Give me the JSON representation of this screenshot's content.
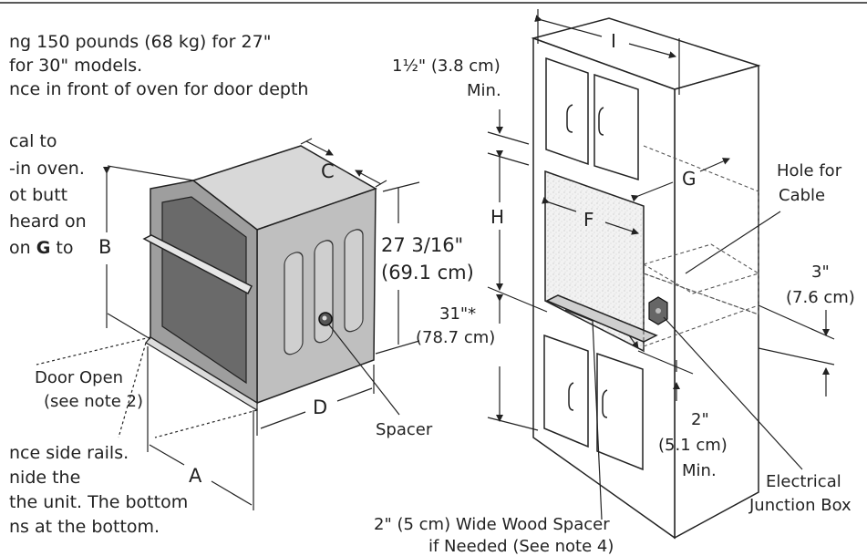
{
  "text_fragments": {
    "line1": "ng 150 pounds (68 kg) for 27\"",
    "line2": "for 30\" models.",
    "line3": "nce in front of oven for door depth",
    "line4": "cal to",
    "line5": "-in oven.",
    "line6": "ot butt",
    "line7": "heard on",
    "line8_prefix": "on",
    "line8_bold": "G",
    "line8_suffix": "to",
    "line9": "nce side rails.",
    "line10": "nide the",
    "line11": "the unit. The bottom",
    "line12": "ns at the bottom."
  },
  "oven_labels": {
    "A": "A",
    "B": "B",
    "C": "C",
    "D": "D",
    "height_in": "27 3/16\"",
    "height_cm": "(69.1 cm)",
    "door_open_1": "Door Open",
    "door_open_2": "(see note 2)",
    "spacer": "Spacer"
  },
  "cabinet_labels": {
    "I": "I",
    "G": "G",
    "F": "F",
    "H": "H",
    "top_min_in": "1½\" (3.8 cm)",
    "top_min_word": "Min.",
    "bottom_in": "31\"*",
    "bottom_cm": "(78.7 cm)",
    "hole_1": "Hole for",
    "hole_2": "Cable",
    "three_in": "3\"",
    "three_cm": "(7.6 cm)",
    "two_in": "2\"",
    "two_cm": "(5.1 cm)",
    "two_min": "Min.",
    "junction_1": "Electrical",
    "junction_2": "Junction Box",
    "spacer_1": "2\" (5 cm) Wide Wood Spacer",
    "spacer_2": "if Needed (See note 4)"
  }
}
